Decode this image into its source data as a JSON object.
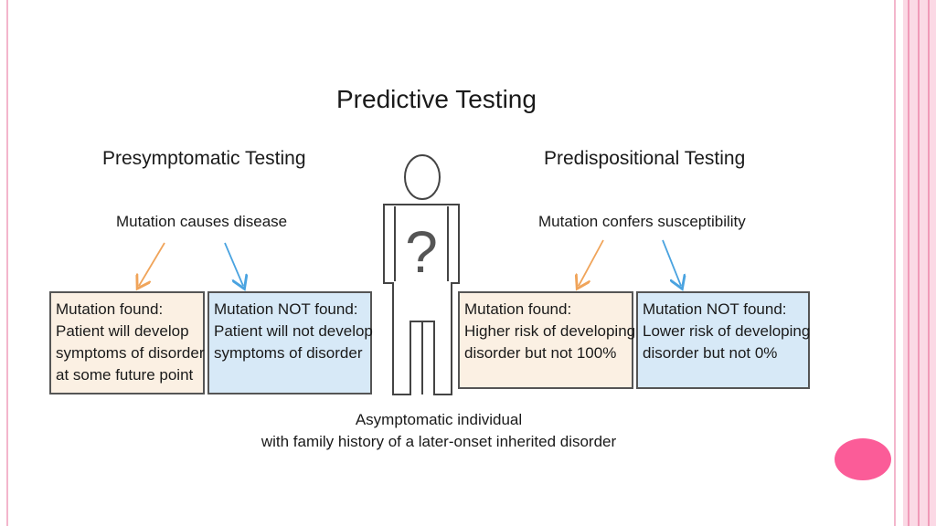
{
  "title": "Predictive Testing",
  "left": {
    "heading": "Presymptomatic Testing",
    "subheading": "Mutation causes disease",
    "box_found": [
      "Mutation found:",
      "Patient will develop",
      "symptoms of disorder",
      "at some future point"
    ],
    "box_not_found": [
      "Mutation NOT found:",
      "Patient will not develop",
      "symptoms of disorder"
    ]
  },
  "right": {
    "heading": "Predispositional Testing",
    "subheading": "Mutation confers susceptibility",
    "box_found": [
      "Mutation found:",
      "Higher risk of developing",
      "disorder but not 100%"
    ],
    "box_not_found": [
      "Mutation NOT found:",
      "Lower risk of developing",
      "disorder but not 0%"
    ]
  },
  "figure": {
    "symbol": "?"
  },
  "caption": [
    "Asymptomatic individual",
    "with family history of a later-onset inherited disorder"
  ],
  "colors": {
    "found_box": "#fbf0e3",
    "not_found_box": "#d7e9f7",
    "arrow_found": "#f0a45a",
    "arrow_not_found": "#4aa3e0",
    "accent_pink": "#fb5c98"
  }
}
